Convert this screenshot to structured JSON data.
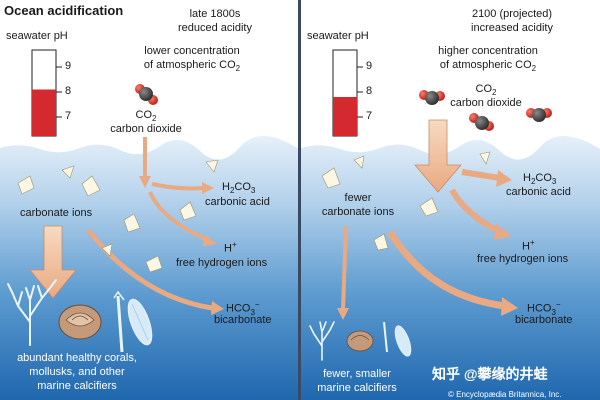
{
  "title": "Ocean acidification",
  "left": {
    "era_line1": "late 1800s",
    "era_line2": "reduced acidity",
    "concentration_line1": "lower concentration",
    "concentration_line2_prefix": "of atmospheric CO",
    "concentration_line2_sub": "2",
    "ph_label": "seawater pH",
    "ph_level": 8.1,
    "co2_formula_main": "CO",
    "co2_formula_sub": "2",
    "co2_name": "carbon dioxide",
    "carbonate": "carbonate ions",
    "carbonic_formula_a": "H",
    "carbonic_formula_sub_a": "2",
    "carbonic_formula_b": "CO",
    "carbonic_formula_sub_b": "3",
    "carbonic_name": "carbonic acid",
    "hydrogen_formula": "H",
    "hydrogen_sup": "+",
    "hydrogen_name": "free hydrogen ions",
    "bicarb_formula": "HCO",
    "bicarb_sub": "3",
    "bicarb_sup": "−",
    "bicarb_name": "bicarbonate",
    "result_line1": "abundant healthy corals,",
    "result_line2": "mollusks, and other",
    "result_line3": "marine calcifiers"
  },
  "right": {
    "era_line1": "2100 (projected)",
    "era_line2": "increased acidity",
    "concentration_line1": "higher concentration",
    "concentration_line2_prefix": "of atmospheric CO",
    "concentration_line2_sub": "2",
    "ph_label": "seawater pH",
    "ph_level": 7.8,
    "co2_formula_main": "CO",
    "co2_formula_sub": "2",
    "co2_name": "carbon dioxide",
    "carbonate_line1": "fewer",
    "carbonate_line2": "carbonate ions",
    "carbonic_formula_a": "H",
    "carbonic_formula_sub_a": "2",
    "carbonic_formula_b": "CO",
    "carbonic_formula_sub_b": "3",
    "carbonic_name": "carbonic acid",
    "hydrogen_formula": "H",
    "hydrogen_sup": "+",
    "hydrogen_name": "free hydrogen ions",
    "bicarb_formula": "HCO",
    "bicarb_sub": "3",
    "bicarb_sup": "−",
    "bicarb_name": "bicarbonate",
    "result_line1": "fewer, smaller",
    "result_line2": "marine calcifiers"
  },
  "ph_ticks": [
    "9",
    "8",
    "7"
  ],
  "copyright": "© Encyclopædia Britannica, Inc.",
  "watermark": "知乎 @攀缘的井蛙",
  "colors": {
    "sky": "#ffffff",
    "water_top": "#dbeaf6",
    "water_bottom": "#1f6cb4",
    "arrow": "#f2c7a6",
    "thermo_red": "#d42a2f",
    "crystal": "#fbf7e2",
    "coral": "#eaf4fb"
  }
}
